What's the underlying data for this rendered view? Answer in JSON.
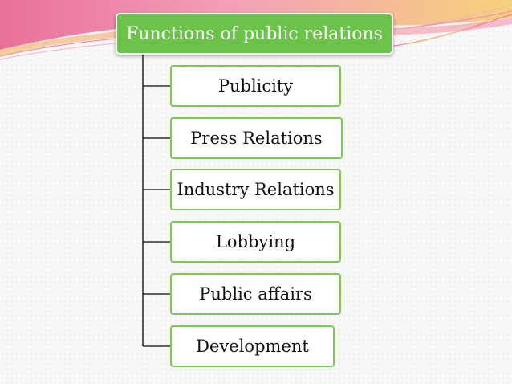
{
  "colors": {
    "accent": "#6cc34a",
    "box_border": "#7cc94f",
    "connector": "#2f2f2f",
    "banner_pink": "#e8709a",
    "banner_yellow": "#f4d070"
  },
  "diagram": {
    "root": {
      "label": "Functions of public relations"
    },
    "children": [
      {
        "label": "Publicity"
      },
      {
        "label": "Press Relations"
      },
      {
        "label": "Industry Relations"
      },
      {
        "label": "Lobbying"
      },
      {
        "label": "Public affairs"
      },
      {
        "label": "Development"
      }
    ]
  }
}
